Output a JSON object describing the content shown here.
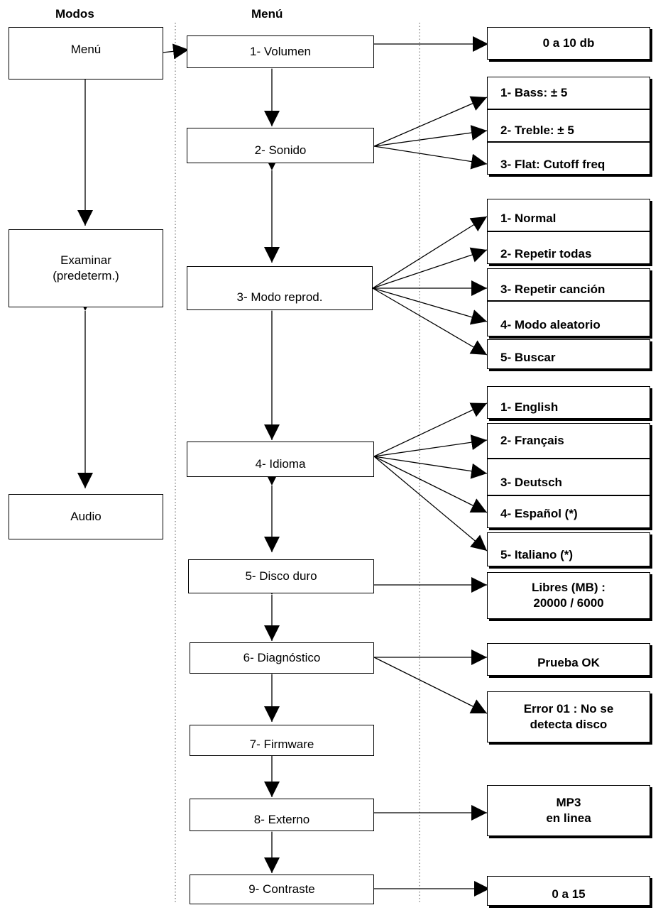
{
  "headers": {
    "modes": "Modos",
    "menu": "Menú"
  },
  "modes": [
    {
      "id": "mode-menu",
      "label": "Menú"
    },
    {
      "id": "mode-examinar",
      "label": "Examinar\n(predeterm.)"
    },
    {
      "id": "mode-audio",
      "label": "Audio"
    }
  ],
  "menu": [
    {
      "id": "menu-volumen",
      "label": "1- Volumen"
    },
    {
      "id": "menu-sonido",
      "label": "2- Sonido"
    },
    {
      "id": "menu-modo-reprod",
      "label": "3- Modo reprod."
    },
    {
      "id": "menu-idioma",
      "label": "4- Idioma"
    },
    {
      "id": "menu-disco-duro",
      "label": "5- Disco duro"
    },
    {
      "id": "menu-diagnostico",
      "label": "6- Diagnóstico"
    },
    {
      "id": "menu-firmware",
      "label": "7- Firmware"
    },
    {
      "id": "menu-externo",
      "label": "8- Externo"
    },
    {
      "id": "menu-contraste",
      "label": "9- Contraste"
    }
  ],
  "options": {
    "volumen": [
      "0 a 10 db"
    ],
    "sonido": [
      "1- Bass: ± 5",
      "2- Treble: ± 5",
      "3- Flat: Cutoff freq"
    ],
    "modo_reprod": [
      "1- Normal",
      "2- Repetir todas",
      "3- Repetir canción",
      "4- Modo aleatorio",
      "5- Buscar"
    ],
    "idioma": [
      "1- English",
      "2- Français",
      "3- Deutsch",
      "4- Español (*)",
      "5- Italiano (*)"
    ],
    "disco_duro": [
      "Libres (MB) :\n20000 / 6000"
    ],
    "diagnostico": [
      "Prueba OK",
      "Error 01 : No se\ndetecta disco"
    ],
    "externo": [
      "MP3\nen linea"
    ],
    "contraste": [
      "0 a 15"
    ]
  }
}
